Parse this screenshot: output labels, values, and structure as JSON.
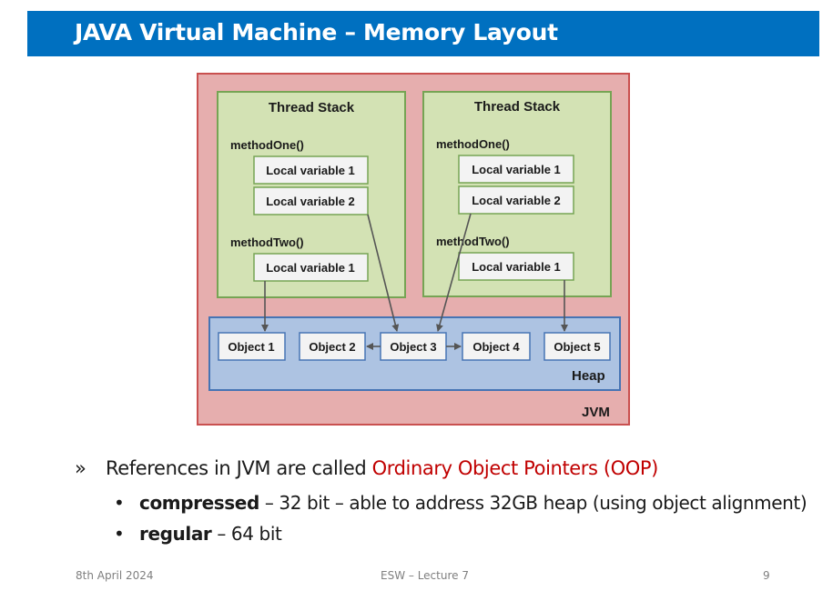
{
  "slide": {
    "title": "JAVA Virtual Machine – Memory Layout"
  },
  "diagram": {
    "jvm_label": "JVM",
    "heap_label": "Heap",
    "stacks": [
      {
        "title": "Thread Stack",
        "methods": [
          {
            "name": "methodOne()",
            "vars": [
              "Local variable 1",
              "Local variable 2"
            ]
          },
          {
            "name": "methodTwo()",
            "vars": [
              "Local variable 1"
            ]
          }
        ]
      },
      {
        "title": "Thread Stack",
        "methods": [
          {
            "name": "methodOne()",
            "vars": [
              "Local variable 1",
              "Local variable 2"
            ]
          },
          {
            "name": "methodTwo()",
            "vars": [
              "Local variable 1"
            ]
          }
        ]
      }
    ],
    "objects": [
      "Object 1",
      "Object 2",
      "Object 3",
      "Object 4",
      "Object 5"
    ]
  },
  "bullets": {
    "main": {
      "marker": "»",
      "prefix": "References in JVM are called ",
      "highlight": "Ordinary Object Pointers (OOP)"
    },
    "sub": [
      {
        "marker": "•",
        "bold": "compressed",
        "rest": " – 32 bit – able to address 32GB heap (using object alignment)"
      },
      {
        "marker": "•",
        "bold": "regular",
        "rest": " – 64 bit"
      }
    ]
  },
  "footer": {
    "date": "8th April 2024",
    "center": "ESW – Lecture 7",
    "page": "9"
  },
  "colors": {
    "title_bar": "#0070c0",
    "jvm_fill": "#e6aeae",
    "jvm_border": "#c9504f",
    "stack_fill": "#d3e2b4",
    "stack_border": "#76a454",
    "heap_fill": "#adc3e2",
    "heap_border": "#4674b4",
    "oop_text": "#c00000"
  }
}
